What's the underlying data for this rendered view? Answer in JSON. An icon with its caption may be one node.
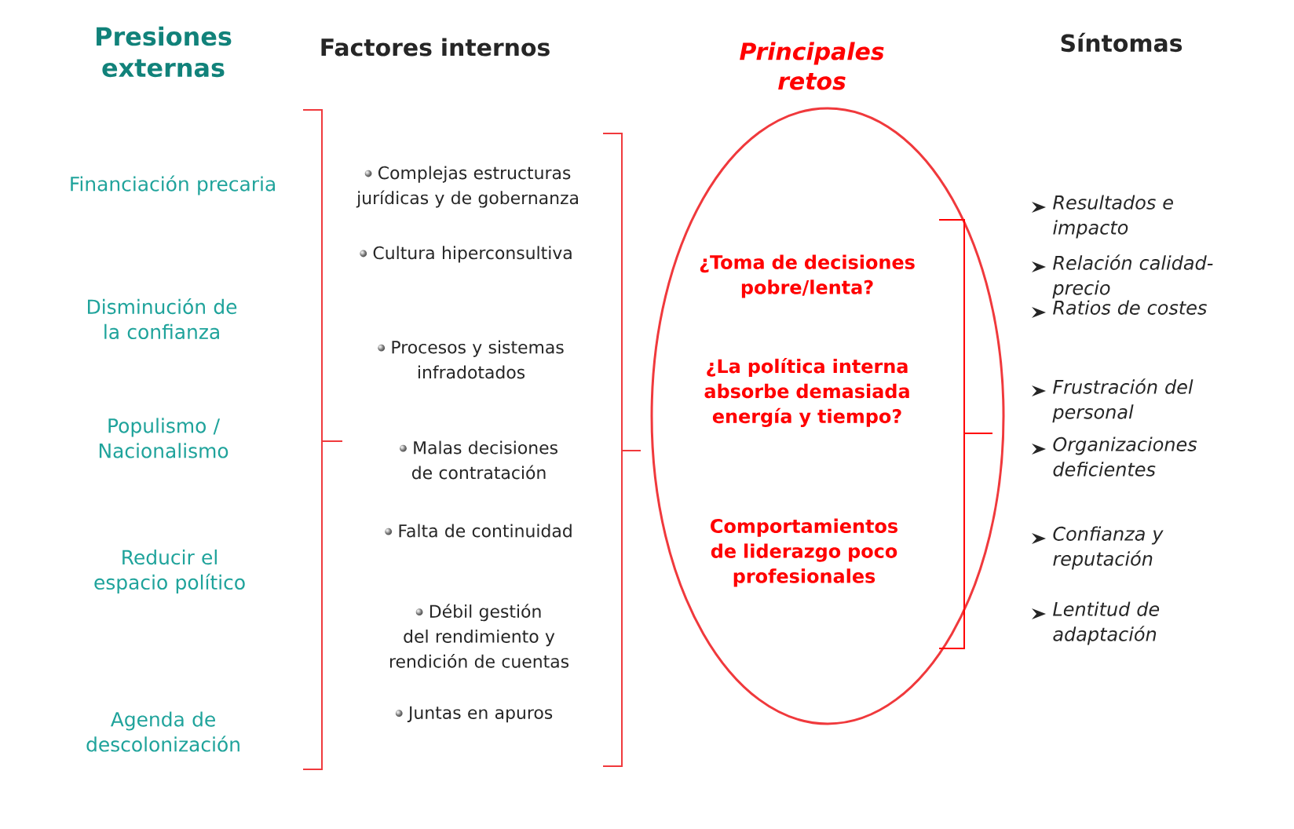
{
  "diagram": {
    "nodes": [
      {
        "text": [
          "Principales retos",
          "¿Toma de decisiones pobre/lenta?",
          "¿La política interna absorbe demasiada energía y tiempo?",
          "Comportamientos de liderazgo poco profesionales"
        ]
      }
    ],
    "labels": [
      "Presiones externas",
      "Factores internos",
      "Síntomas",
      "Financiación precaria",
      "Disminución de la confianza",
      "Populismo / Nacionalismo",
      "Reducir el espacio político",
      "Agenda de descolonización",
      "Complejas estructuras jurídicas y de gobernanza",
      "Cultura hiperconsultiva",
      "Procesos y sistemas infradotados",
      "Malas decisiones de contratación",
      "Falta de continuidad",
      "Débil gestión del rendimiento y rendición de cuentas",
      "Juntas en apuros",
      "Resultados e impacto",
      "Relación calidad-precio",
      "Ratios de costes",
      "Frustración del personal",
      "Organizaciones deficientes",
      "Confianza y reputación",
      "Lentitud de adaptación"
    ]
  }
}
